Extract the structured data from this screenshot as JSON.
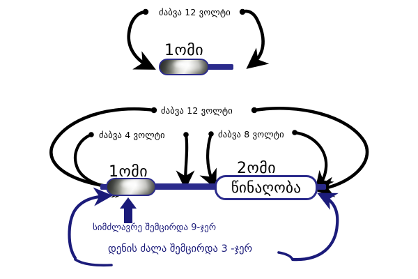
{
  "diagram": {
    "title_semantic": "series-resistor-voltage-division",
    "colors": {
      "wire": "#2b2b8c",
      "arrow_black": "#000000",
      "arrow_blue": "#1b1b7a",
      "box_border": "#2b2b8c",
      "background": "#ffffff"
    }
  },
  "top_circuit": {
    "supply_label": "ძაბვა 12 ვოლტი",
    "resistor": {
      "value_label": "1ომი",
      "name": "resistor-1-ohm"
    }
  },
  "bottom_circuit": {
    "supply_label": "ძაბვა 12 ვოლტი",
    "drop_left_label": "ძაბვა 4 ვოლტი",
    "drop_right_label": "ძაბვა 8 ვოლტი",
    "resistor1": {
      "value_label": "1ომი",
      "name": "resistor-1-ohm"
    },
    "resistor2": {
      "value_label": "2ომი",
      "body_text": "წინაღობა",
      "name": "resistor-2-ohm"
    },
    "notes": [
      "სიმძლავრე შემცირდა 9-ჯერ",
      "დენის ძალა შემცირდა 3 -ჯერ"
    ]
  }
}
